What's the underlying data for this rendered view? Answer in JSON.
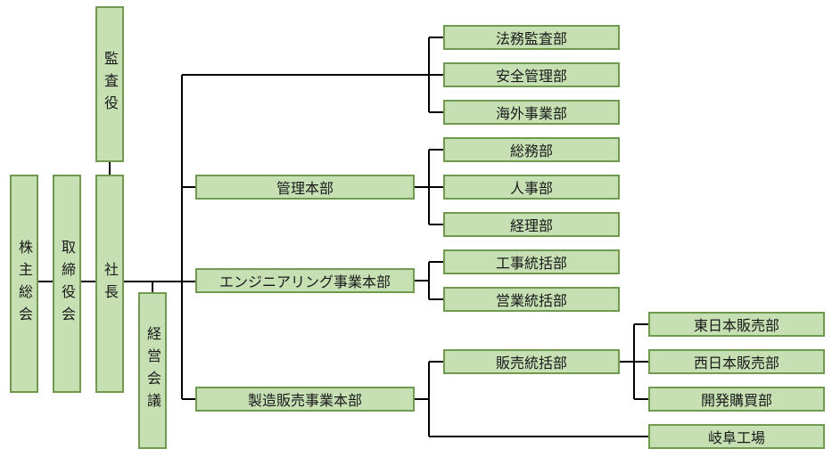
{
  "nodes": {
    "shareholders": "株主総会",
    "board": "取締役会",
    "president": "社長",
    "auditor": "監査役",
    "exec_committee": "経営会議",
    "admin_hq": "管理本部",
    "engineering_hq": "エンジニアリング事業本部",
    "mfg_sales_hq": "製造販売事業本部",
    "legal_audit": "法務監査部",
    "safety_mgmt": "安全管理部",
    "overseas": "海外事業部",
    "general_affairs": "総務部",
    "hr": "人事部",
    "accounting": "経理部",
    "construction_gen": "工事統括部",
    "sales_gen": "営業統括部",
    "sales_dist_gen": "販売統括部",
    "east_japan_sales": "東日本販売部",
    "west_japan_sales": "西日本販売部",
    "dev_purchasing": "開発購買部",
    "gifu_factory": "岐阜工場"
  },
  "colors": {
    "box_fill": "#c6e0b4",
    "box_border": "#6f9a4f",
    "line": "#000000"
  }
}
